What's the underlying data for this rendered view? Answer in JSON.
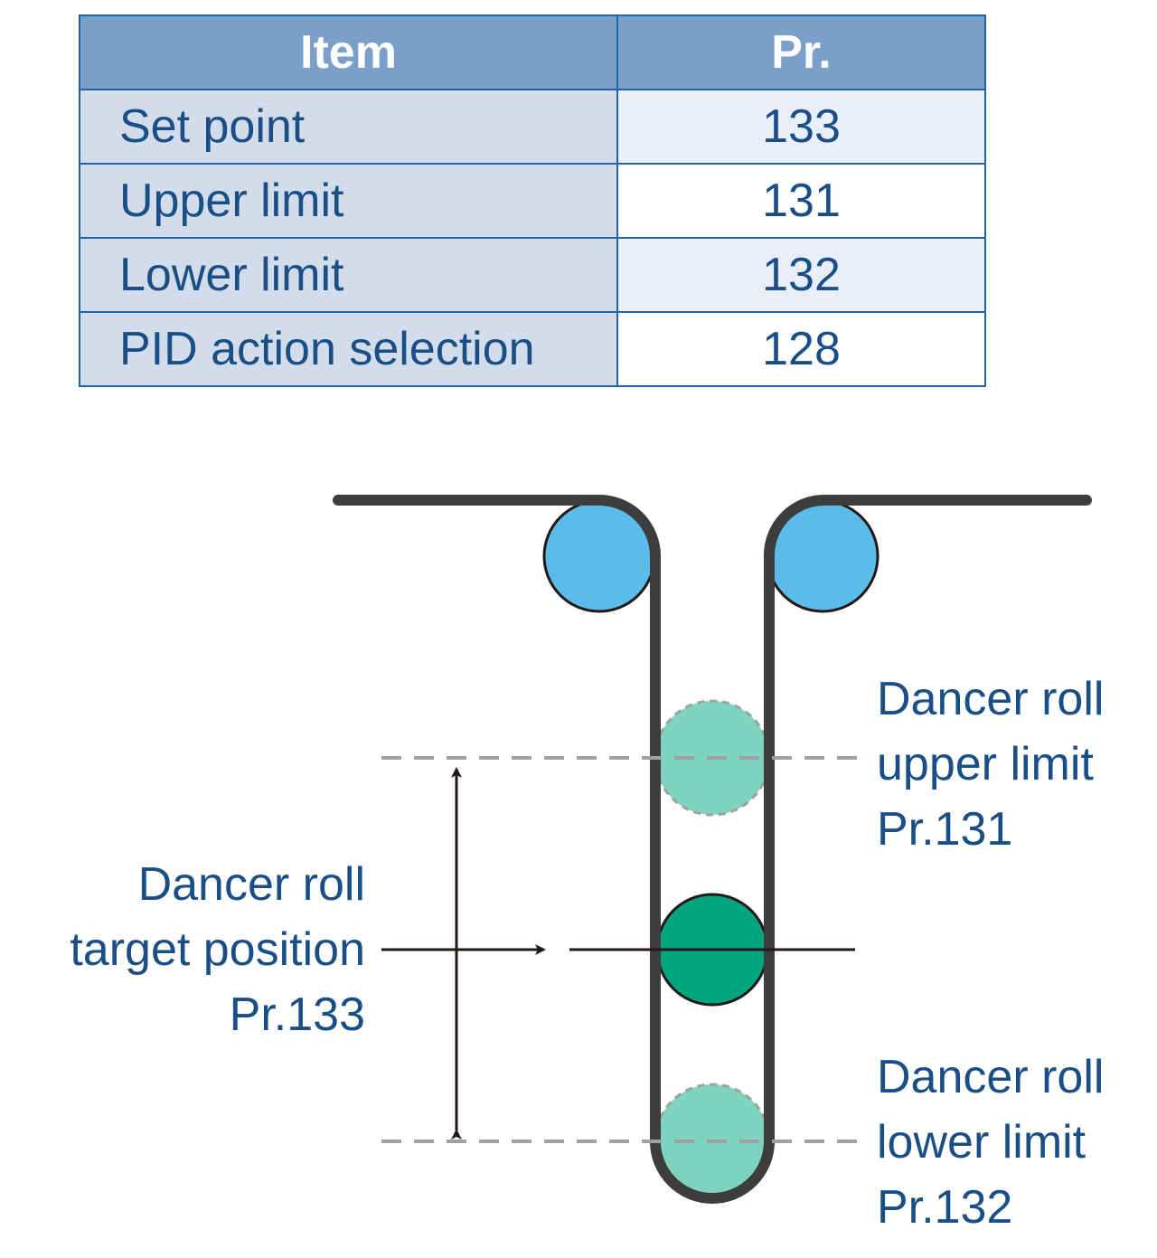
{
  "table": {
    "headers": {
      "item": "Item",
      "pr": "Pr."
    },
    "rows": [
      {
        "item": "Set point",
        "pr": "133"
      },
      {
        "item": "Upper limit",
        "pr": "131"
      },
      {
        "item": "Lower limit",
        "pr": "132"
      },
      {
        "item": "PID action selection",
        "pr": "128"
      }
    ]
  },
  "labels": {
    "upper": [
      "Dancer roll",
      "upper limit",
      "Pr.131"
    ],
    "target": [
      "Dancer roll",
      "target position",
      "Pr.133"
    ],
    "lower": [
      "Dancer roll",
      "lower limit",
      "Pr.132"
    ]
  },
  "colors": {
    "table_border": "#2265a5",
    "header_bg": "#7a9fc8",
    "text_blue": "#1a4e86",
    "guide_roller": "#5bbcec",
    "dancer_roll": "#00a580",
    "dancer_limit_ghost": "#7fd4c0",
    "belt": "#3d3d3d",
    "limit_line": "#a0a0a0"
  }
}
